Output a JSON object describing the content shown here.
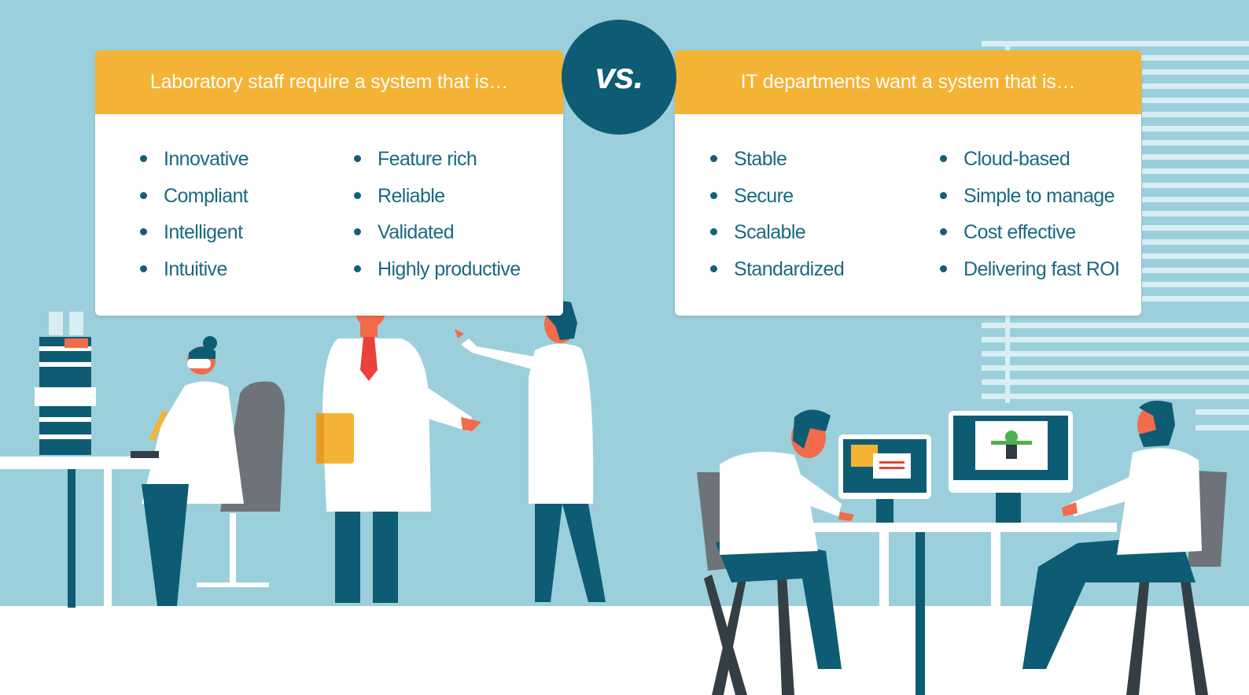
{
  "left_panel": {
    "heading": "Laboratory staff require a system that is…",
    "col1": [
      "Innovative",
      "Compliant",
      "Intelligent",
      "Intuitive"
    ],
    "col2": [
      "Feature rich",
      "Reliable",
      "Validated",
      "Highly productive"
    ]
  },
  "vs_badge": {
    "label": "vs."
  },
  "right_panel": {
    "heading": "IT departments want a system that is…",
    "col1": [
      "Stable",
      "Secure",
      "Scalable",
      "Standardized"
    ],
    "col2": [
      "Cloud-based",
      "Simple to manage",
      "Cost effective",
      "Delivering fast ROI"
    ]
  },
  "colors": {
    "background": "#9ccfdc",
    "header": "#f5b335",
    "teal_dark": "#0d5c74",
    "text_teal": "#1a6a80",
    "accent_red": "#e8423a",
    "skin": "#f26b4a",
    "chair_gray": "#6d7378",
    "floor": "#ffffff"
  },
  "illustration": {
    "left_scene": "lab-scientists-illustration",
    "right_scene": "it-workers-illustration"
  }
}
